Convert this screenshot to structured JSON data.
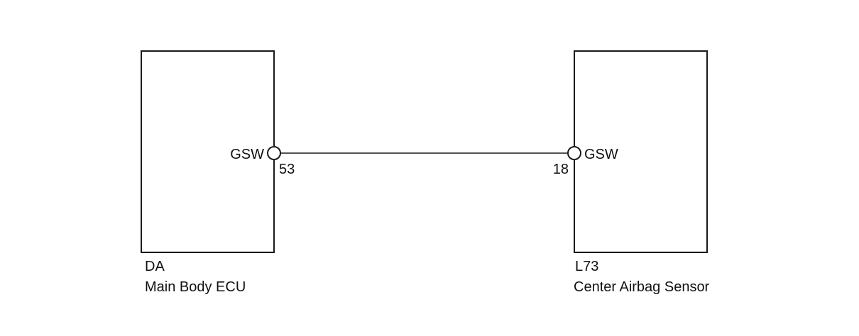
{
  "left_component": {
    "code": "DA",
    "name": "Main Body ECU",
    "terminal_name": "GSW",
    "pin": "53"
  },
  "right_component": {
    "code": "L73",
    "name": "Center Airbag Sensor",
    "terminal_name": "GSW",
    "pin": "18"
  },
  "colors": {
    "line": "#1a1a1a",
    "text": "#111111",
    "background": "#ffffff"
  }
}
